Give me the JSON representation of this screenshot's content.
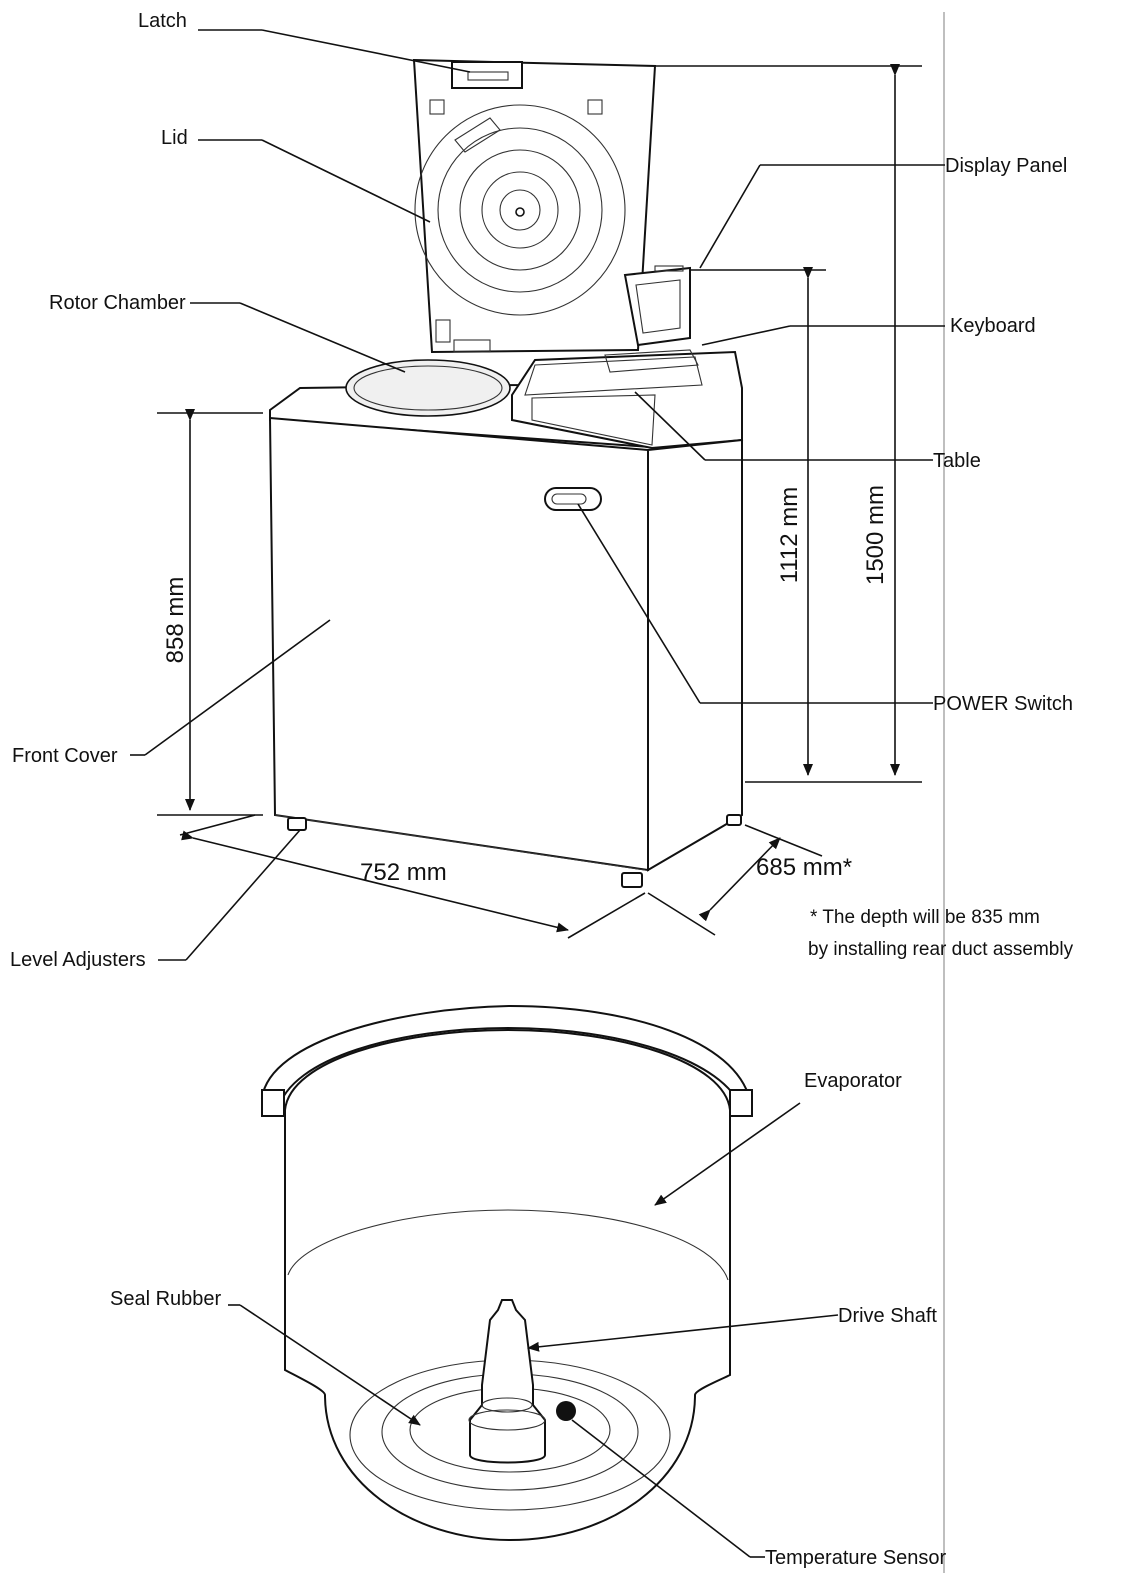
{
  "labels": {
    "latch": "Latch",
    "lid": "Lid",
    "rotor_chamber": "Rotor Chamber",
    "display_panel": "Display Panel",
    "keyboard": "Keyboard",
    "table": "Table",
    "power_switch": "POWER Switch",
    "front_cover": "Front Cover",
    "level_adjusters": "Level Adjusters",
    "evaporator": "Evaporator",
    "seal_rubber": "Seal Rubber",
    "drive_shaft": "Drive Shaft",
    "temperature_sensor": "Temperature Sensor"
  },
  "dimensions": {
    "height_body": "858 mm",
    "height_table": "1112 mm",
    "height_total": "1500 mm",
    "width": "752 mm",
    "depth": "685 mm*"
  },
  "note": {
    "line1": "* The depth will be 835 mm",
    "line2": "by installing rear duct assembly"
  }
}
